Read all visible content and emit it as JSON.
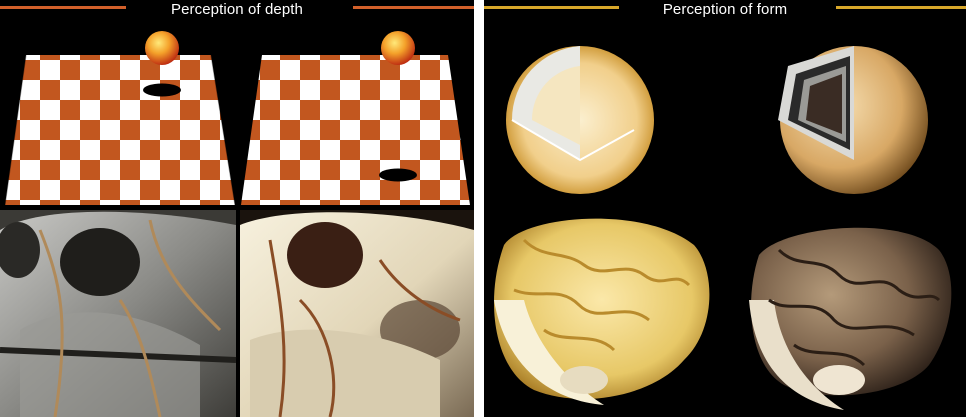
{
  "panels": {
    "depth": {
      "title": "Perception of depth",
      "accent_color": "#d2602a",
      "images": [
        "checkerboard-ball-near",
        "checkerboard-ball-far",
        "skull-render-gray",
        "skull-render-shaded"
      ]
    },
    "form": {
      "title": "Perception of form",
      "accent_color": "#d9a82a",
      "images": [
        "sphere-cutaway-flat",
        "sphere-cutaway-shaded",
        "brain-render-flat",
        "brain-render-shaded"
      ]
    }
  }
}
